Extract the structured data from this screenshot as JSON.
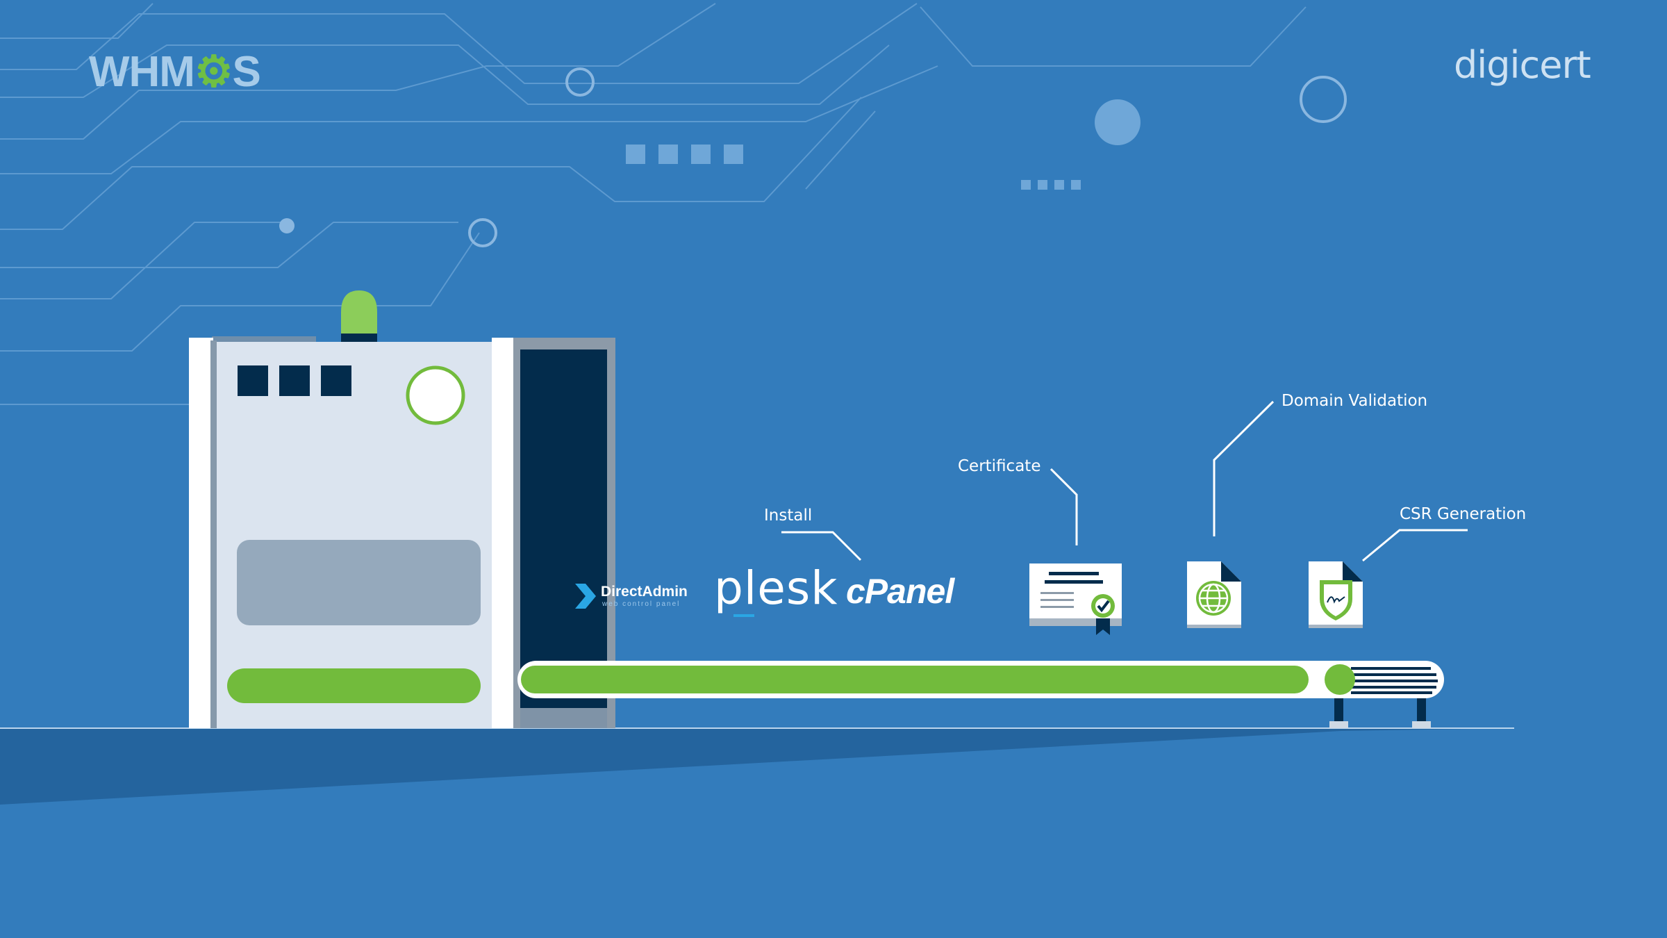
{
  "logos": {
    "left": {
      "prefix": "WHM",
      "gear_glyph": "⚙",
      "suffix": "S"
    },
    "right": "digicert"
  },
  "labels": {
    "install": "Install",
    "certificate": "Certificate",
    "domain_validation": "Domain Validation",
    "csr_generation": "CSR Generation"
  },
  "panels": {
    "directadmin": {
      "name": "DirectAdmin",
      "tagline": "web control panel"
    },
    "plesk": "plesk",
    "cpanel": "cPanel"
  },
  "colors": {
    "background": "#337cbc",
    "ground": "#24649e",
    "accent_green": "#72bb3c",
    "navy": "#032c4c",
    "server_face": "#dbe4ef",
    "white": "#ffffff"
  },
  "icons": {
    "certificate": "certificate-ribbon-icon",
    "domain": "globe-document-icon",
    "csr": "signed-shield-document-icon",
    "directadmin": "chevron-right-icon"
  }
}
